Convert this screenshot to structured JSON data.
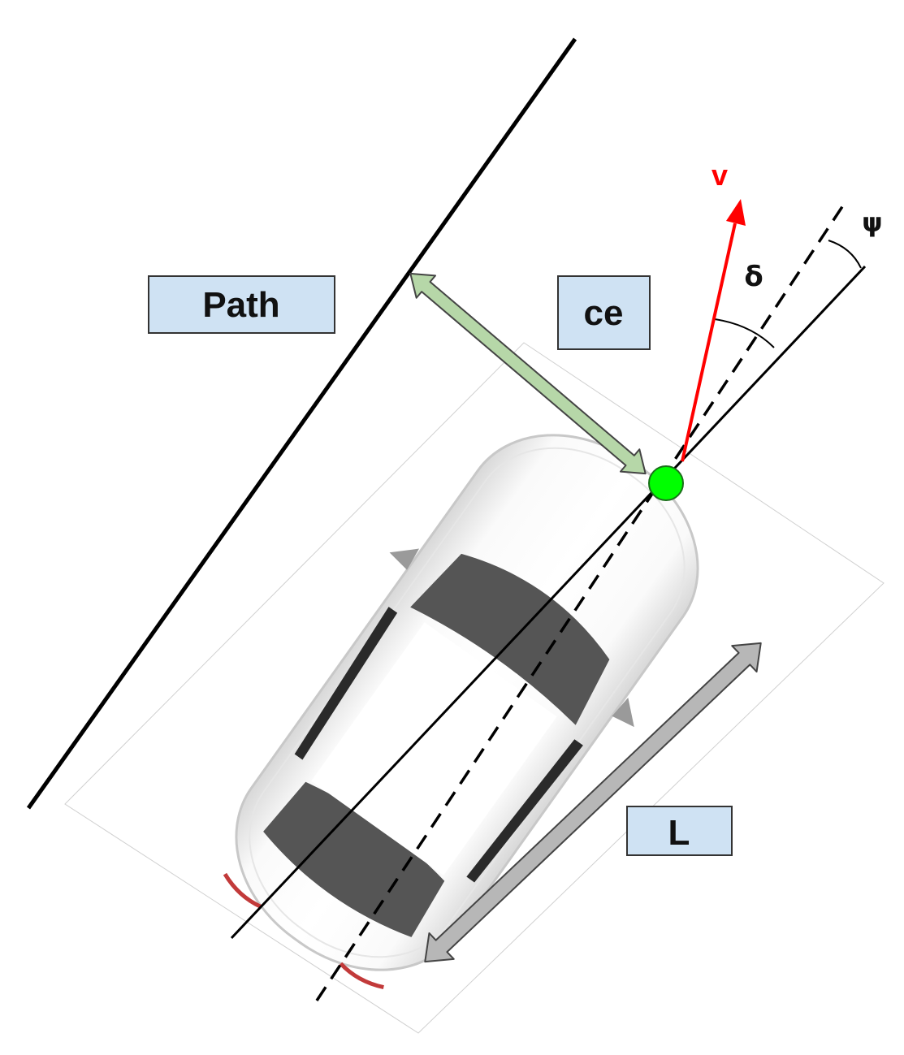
{
  "labels": {
    "path": "Path",
    "ce": "ce",
    "L": "L",
    "v": "v",
    "delta": "δ",
    "psi": "ψ"
  },
  "colors": {
    "label_box_fill": "#cfe2f3",
    "label_box_stroke": "#333333",
    "ce_arrow": "#b6d7a8",
    "length_arrow": "#b7b7b7",
    "velocity_arrow": "#ff0000",
    "front_axle_point": "#00ff00",
    "car_body": "#f4f4f4",
    "car_glass": "#555555"
  },
  "icons": {
    "vehicle": "car-top-view-icon"
  }
}
